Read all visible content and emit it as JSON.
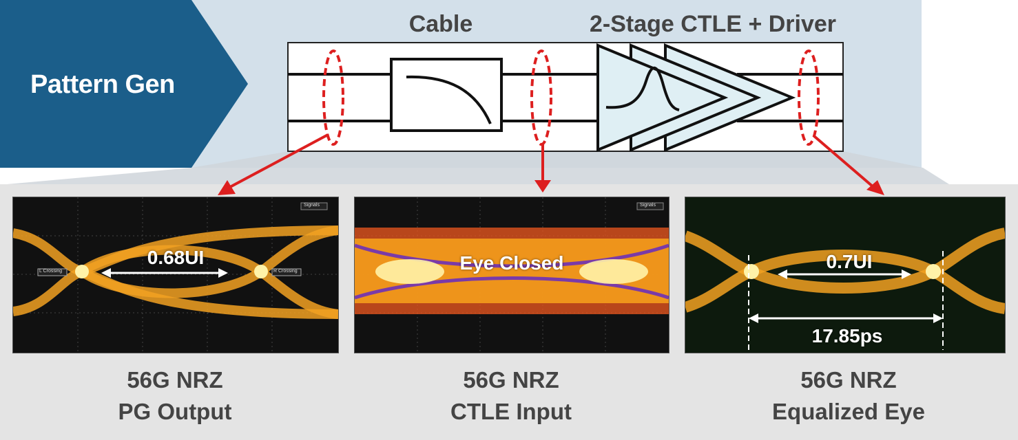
{
  "header": {
    "pattern_gen": "Pattern Gen",
    "cable": "Cable",
    "ctle": "2-Stage CTLE + Driver"
  },
  "panels": [
    {
      "eye_label": "0.68UI",
      "scope_tag": "Signals",
      "left_marker": "L Crossing",
      "right_marker": "R Crossing",
      "caption_line1": "56G NRZ",
      "caption_line2": "PG Output"
    },
    {
      "eye_label": "Eye Closed",
      "scope_tag": "Signals",
      "caption_line1": "56G NRZ",
      "caption_line2": "CTLE Input"
    },
    {
      "eye_label": "0.7UI",
      "period_label": "17.85ps",
      "caption_line1": "56G NRZ",
      "caption_line2": "Equalized Eye"
    }
  ],
  "colors": {
    "banner": "#1b5e8a",
    "diagram_bg": "#d3e0ea",
    "bottom_bg": "#e4e4e4",
    "arrow": "#dd1f1f",
    "amp_fill": "#dfeff4",
    "eye_core": "#fff2a8",
    "eye_hot": "#f7a21b",
    "eye_edge": "#b34a9c"
  }
}
